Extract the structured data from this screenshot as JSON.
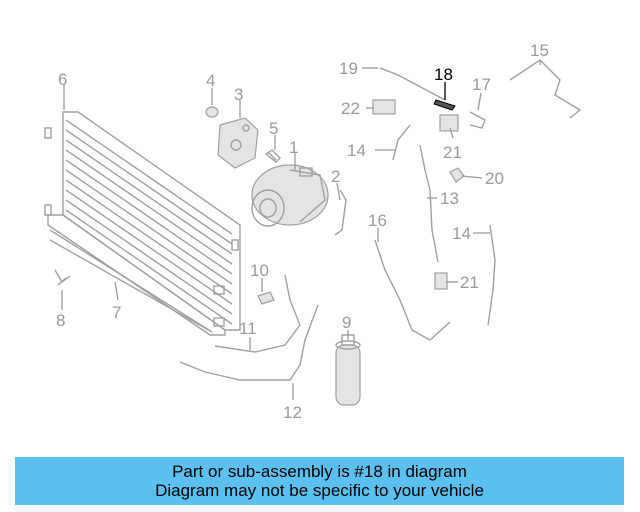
{
  "callouts": {
    "c1": "1",
    "c2": "2",
    "c3": "3",
    "c4": "4",
    "c5": "5",
    "c6": "6",
    "c7": "7",
    "c8": "8",
    "c9": "9",
    "c10": "10",
    "c11": "11",
    "c12": "12",
    "c13": "13",
    "c14a": "14",
    "c14b": "14",
    "c15": "15",
    "c16": "16",
    "c17": "17",
    "c18": "18",
    "c19": "19",
    "c20": "20",
    "c21a": "21",
    "c21b": "21",
    "c22": "22"
  },
  "highlighted_part": "18",
  "caption": {
    "line1": "Part or sub-assembly is #18 in diagram",
    "line2": "Diagram may not be specific to your vehicle",
    "background": "#5bc0f0"
  }
}
